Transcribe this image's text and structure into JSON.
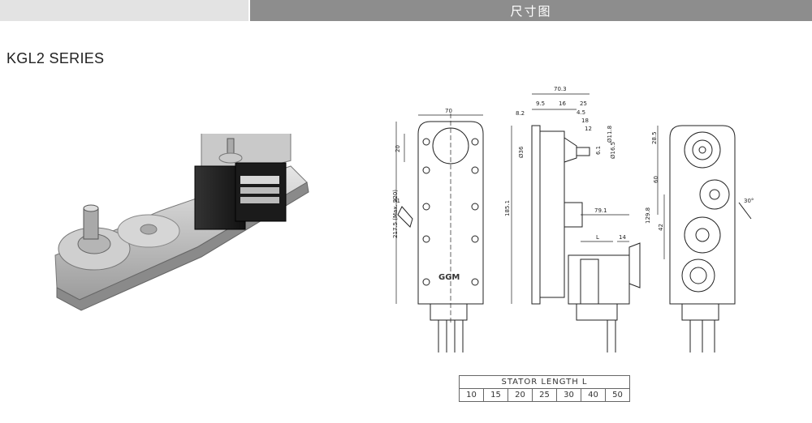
{
  "header": {
    "title": "尺寸图"
  },
  "series": {
    "title": "KGL2  SERIES"
  },
  "drawing": {
    "dims": {
      "d70": "70",
      "d70_3": "70.3",
      "d9_5": "9.5",
      "d8_2": "8.2",
      "d16": "16",
      "d25": "25",
      "d4_5": "4.5",
      "d18": "18",
      "d12": "12",
      "dphi11_8": "Ø11.8",
      "d6_1": "6.1",
      "dphi16_5": "Ø16.5",
      "d20": "20",
      "d217": "217.5 (Max. 220)",
      "d185": "185.1",
      "dphi36": "Ø36",
      "d71": "71",
      "d79": "79.1",
      "dL": "L",
      "d14": "14",
      "d28": "28.5",
      "d60": "60",
      "d129": "129.8",
      "d42": "42",
      "d30": "30°"
    },
    "plate_text": "GGM"
  },
  "stator_table": {
    "header": "STATOR  LENGTH  L",
    "values": [
      "10",
      "15",
      "20",
      "25",
      "30",
      "40",
      "50"
    ]
  }
}
